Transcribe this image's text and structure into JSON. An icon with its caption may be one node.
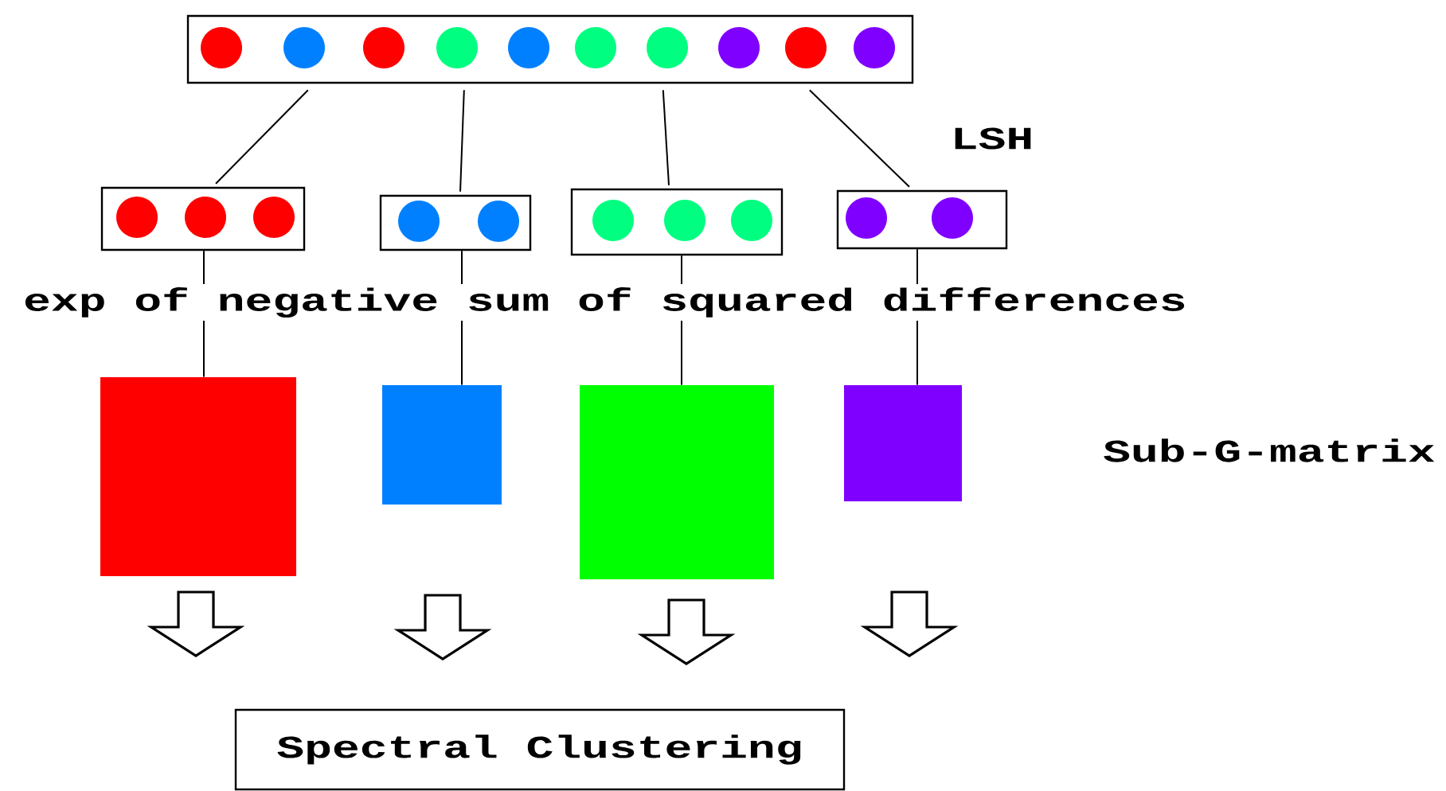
{
  "diagram": {
    "nodes": [
      {
        "text": [],
        "shape": "box"
      },
      {
        "text": [],
        "shape": "box"
      },
      {
        "text": [],
        "shape": "box"
      },
      {
        "text": [],
        "shape": "box"
      },
      {
        "text": [],
        "shape": "box"
      },
      {
        "text": [],
        "shape": "box"
      },
      {
        "text": [],
        "shape": "box"
      },
      {
        "text": [],
        "shape": "box"
      },
      {
        "text": [],
        "shape": "box"
      },
      {
        "text": [
          "Spectral Clustering"
        ]
      }
    ],
    "edges": [
      {
        "from": 0,
        "to": 1,
        "arrow": "none"
      },
      {
        "from": 0,
        "to": 2,
        "arrow": "none"
      },
      {
        "from": 0,
        "to": 3,
        "arrow": "none"
      },
      {
        "from": 0,
        "to": 4,
        "arrow": "none"
      },
      {
        "from": 1,
        "to": 5,
        "arrow": "none"
      },
      {
        "from": 2,
        "to": 6,
        "arrow": "none"
      },
      {
        "from": 3,
        "to": 7,
        "arrow": "none"
      },
      {
        "from": 4,
        "to": 8,
        "arrow": "none"
      },
      {
        "from": 5,
        "to": 9,
        "arrow": "to"
      },
      {
        "from": 6,
        "to": 9,
        "arrow": "to"
      },
      {
        "from": 7,
        "to": 9,
        "arrow": "to"
      },
      {
        "from": 8,
        "to": 9,
        "arrow": "to"
      }
    ],
    "labels": [
      "LSH",
      "exp of negative sum of squared differences",
      "Sub-G-matrix"
    ]
  }
}
